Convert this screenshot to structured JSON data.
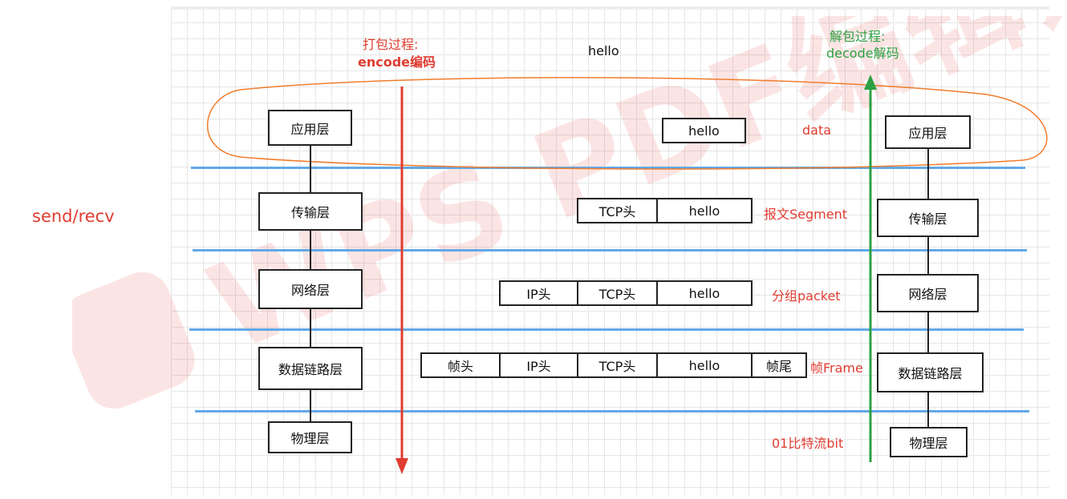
{
  "side_label": "send/recv",
  "encode": {
    "line1": "打包过程:",
    "line2": "encode编码",
    "color": "#e03c31"
  },
  "decode": {
    "line1": "解包过程:",
    "line2": "decode解码",
    "color": "#2ea043"
  },
  "top_text": "hello",
  "left_layers": [
    "应用层",
    "传输层",
    "网络层",
    "数据链路层",
    "物理层"
  ],
  "right_layers": [
    "应用层",
    "传输层",
    "网络层",
    "数据链路层",
    "物理层"
  ],
  "rows": {
    "app": {
      "cells": [
        "hello"
      ],
      "label": "data"
    },
    "transport": {
      "cells": [
        "TCP头",
        "hello"
      ],
      "label": "报文Segment"
    },
    "network": {
      "cells": [
        "IP头",
        "TCP头",
        "hello"
      ],
      "label": "分组packet"
    },
    "link": {
      "cells": [
        "帧头",
        "IP头",
        "TCP头",
        "hello",
        "帧尾"
      ],
      "label": "帧Frame"
    },
    "physical": {
      "label": "01比特流bit"
    }
  },
  "watermark": "WPS PDF编辑试",
  "colors": {
    "accent_red": "#e03c31",
    "accent_green": "#2ea043",
    "separator_blue": "#62a8e6",
    "ellipse_orange": "#f07c2c"
  }
}
